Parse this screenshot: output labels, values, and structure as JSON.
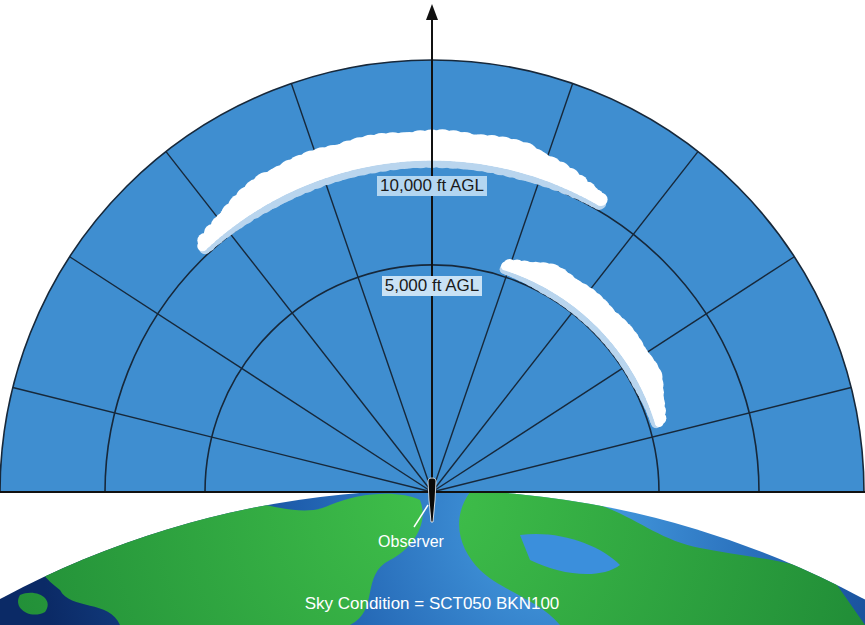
{
  "diagram": {
    "labels": [
      "10,000 ft AGL",
      "5,000 ft AGL",
      "Observer",
      "Sky Condition = SCT050 BKN100"
    ]
  }
}
